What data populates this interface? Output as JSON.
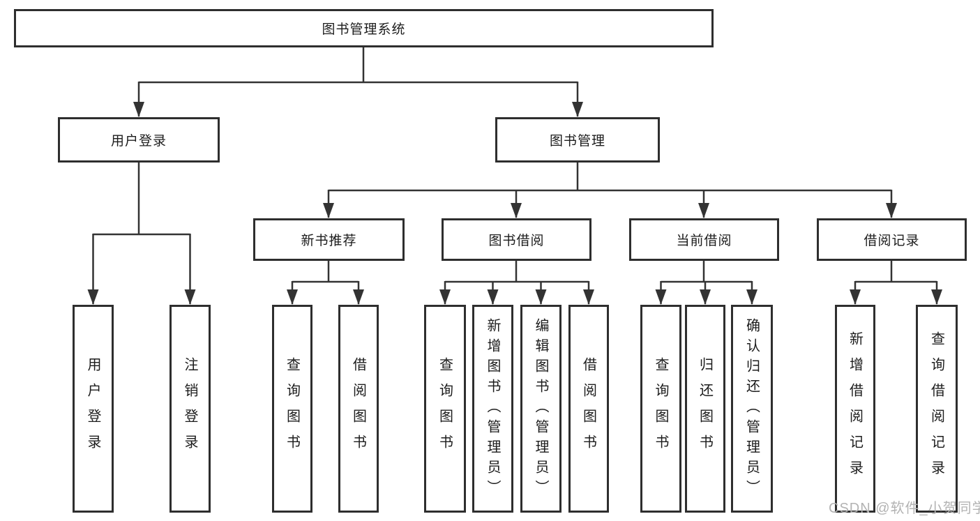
{
  "diagram": {
    "nodes": {
      "root": {
        "label": "图书管理系统"
      },
      "user_login": {
        "label": "用户登录"
      },
      "book_mgmt": {
        "label": "图书管理"
      },
      "new_books": {
        "label": "新书推荐"
      },
      "book_borrow": {
        "label": "图书借阅"
      },
      "current_borrow": {
        "label": "当前借阅"
      },
      "borrow_records": {
        "label": "借阅记录"
      }
    },
    "leaves": [
      {
        "label": "用户登录",
        "parent": "用户登录"
      },
      {
        "label": "注销登录",
        "parent": "用户登录"
      },
      {
        "label": "查询图书",
        "parent": "新书推荐"
      },
      {
        "label": "借阅图书",
        "parent": "新书推荐"
      },
      {
        "label": "查询图书",
        "parent": "图书借阅"
      },
      {
        "label": "新增图书（管理员）",
        "parent": "图书借阅"
      },
      {
        "label": "编辑图书（管理员）",
        "parent": "图书借阅"
      },
      {
        "label": "借阅图书",
        "parent": "图书借阅"
      },
      {
        "label": "查询图书",
        "parent": "当前借阅"
      },
      {
        "label": "归还图书",
        "parent": "当前借阅"
      },
      {
        "label": "确认归还（管理员）",
        "parent": "当前借阅"
      },
      {
        "label": "新增借阅记录",
        "parent": "借阅记录"
      },
      {
        "label": "查询借阅记录",
        "parent": "借阅记录"
      }
    ],
    "colors": {
      "line": "#333333",
      "box_border": "#2e2e2e",
      "text": "#1c1c1c",
      "watermark": "#b3b3b3",
      "background": "#ffffff"
    }
  },
  "watermark": {
    "text": "CSDN @软件_小贺同学"
  }
}
